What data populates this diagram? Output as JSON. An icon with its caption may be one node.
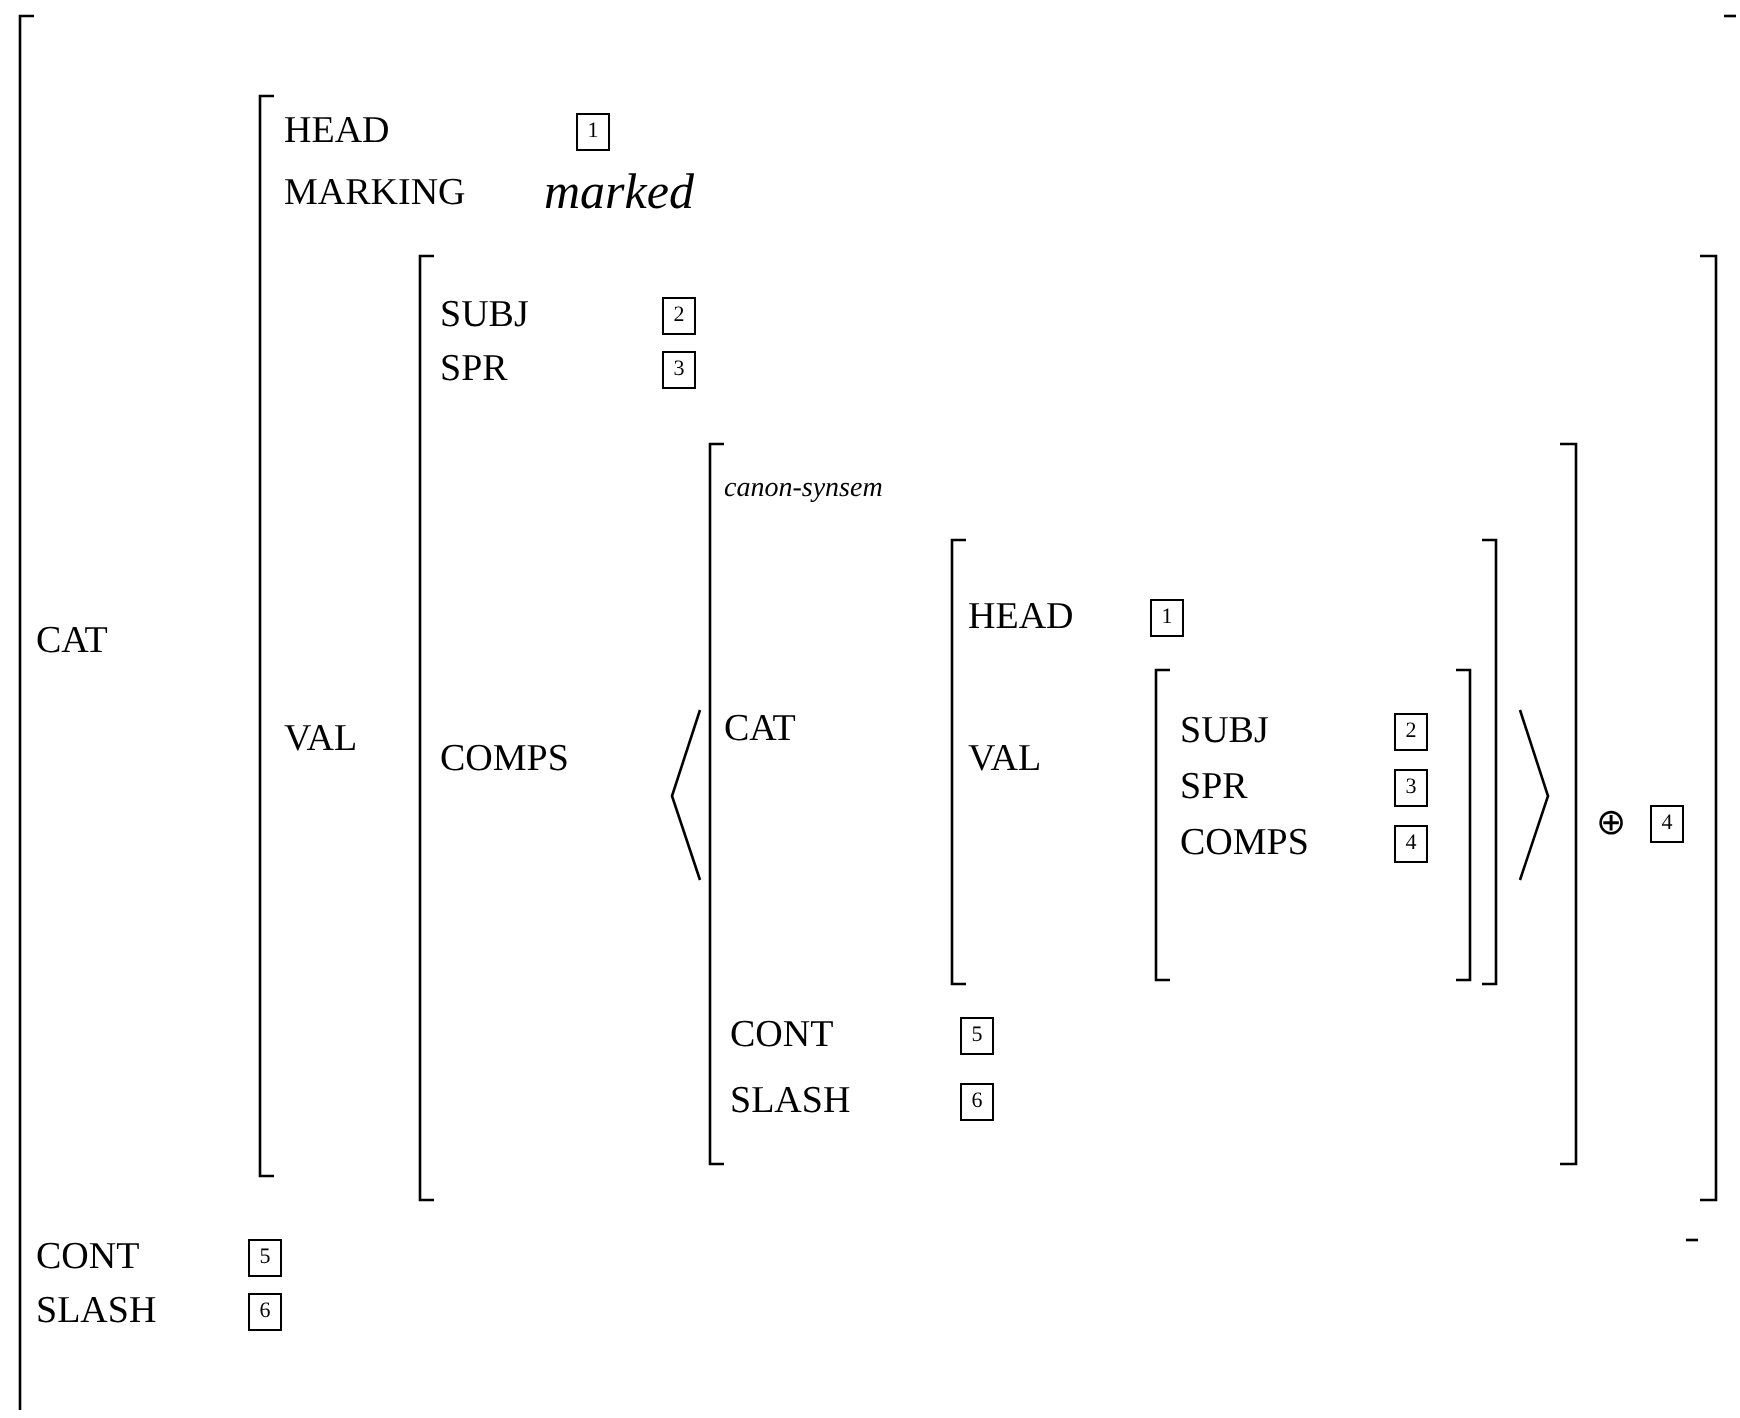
{
  "diagram": {
    "nodes": [
      {
        "text": [
          "1"
        ]
      },
      {
        "text": [
          "2"
        ]
      },
      {
        "text": [
          "3"
        ]
      },
      {
        "text": [
          "1"
        ]
      },
      {
        "text": [
          "2"
        ]
      },
      {
        "text": [
          "3"
        ]
      },
      {
        "text": [
          "4"
        ]
      },
      {
        "text": [
          "4"
        ]
      },
      {
        "text": [
          "5"
        ]
      },
      {
        "text": [
          "6"
        ]
      },
      {
        "text": [
          "5"
        ]
      },
      {
        "text": [
          "6"
        ]
      }
    ],
    "labels": [
      "CAT",
      "HEAD",
      "MARKING",
      "marked",
      "VAL",
      "SUBJ",
      "SPR",
      "COMPS",
      "canon-synsem",
      "CAT",
      "HEAD",
      "VAL",
      "SUBJ",
      "SPR",
      "COMPS",
      "⊕",
      "CONT",
      "SLASH",
      "CONT",
      "SLASH"
    ]
  }
}
